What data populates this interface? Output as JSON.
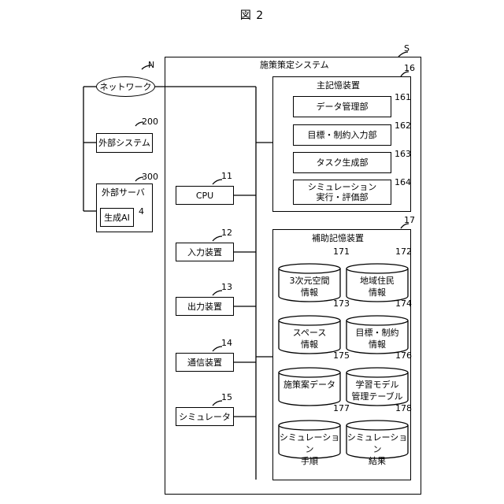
{
  "figure_title": "図 2",
  "system": {
    "ref": "S",
    "title": "施策策定システム"
  },
  "network": {
    "ref": "N",
    "label": "ネットワーク"
  },
  "external_system": {
    "ref": "200",
    "label": "外部システム"
  },
  "external_server": {
    "ref": "300",
    "label": "外部サーバ",
    "ai": {
      "ref": "4",
      "label": "生成AI"
    }
  },
  "main_memory": {
    "ref": "16",
    "title": "主記憶装置",
    "items": [
      {
        "ref": "161",
        "label": "データ管理部"
      },
      {
        "ref": "162",
        "label": "目標・制約入力部"
      },
      {
        "ref": "163",
        "label": "タスク生成部"
      },
      {
        "ref": "164",
        "label": "シミュレーション\n実行・評価部"
      }
    ]
  },
  "devices": [
    {
      "ref": "11",
      "label": "CPU"
    },
    {
      "ref": "12",
      "label": "入力装置"
    },
    {
      "ref": "13",
      "label": "出力装置"
    },
    {
      "ref": "14",
      "label": "通信装置"
    },
    {
      "ref": "15",
      "label": "シミュレータ"
    }
  ],
  "aux_memory": {
    "ref": "17",
    "title": "補助記憶装置",
    "items": [
      {
        "ref": "171",
        "label": "3次元空間\n情報"
      },
      {
        "ref": "172",
        "label": "地域住民\n情報"
      },
      {
        "ref": "173",
        "label": "スペース\n情報"
      },
      {
        "ref": "174",
        "label": "目標・制約\n情報"
      },
      {
        "ref": "175",
        "label": "施策案データ"
      },
      {
        "ref": "176",
        "label": "学習モデル\n管理テーブル"
      },
      {
        "ref": "177",
        "label": "シミュレーション\n手順"
      },
      {
        "ref": "178",
        "label": "シミュレーション\n結果"
      }
    ]
  }
}
